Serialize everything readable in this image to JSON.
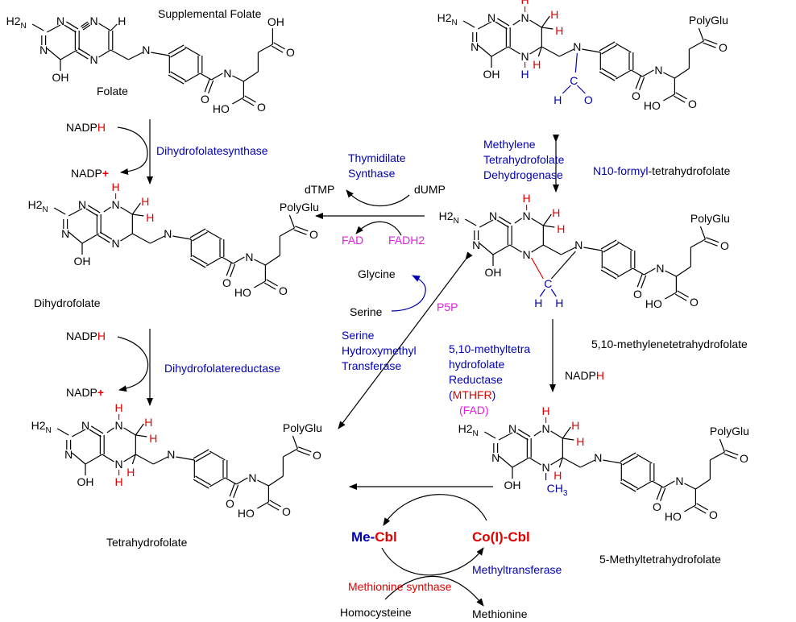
{
  "colors": {
    "black": "#000000",
    "blue": "#0000b4",
    "red": "#e00000",
    "magenta": "#e020e0"
  },
  "atoms": {
    "h2n": "H2N",
    "n": "N",
    "h": "H",
    "oh": "OH",
    "ho": "HO",
    "o": "O",
    "c": "C",
    "polyglu": "PolyGlu",
    "ch3": "CH3"
  },
  "molecules": {
    "folate": {
      "header": "Supplemental Folate",
      "name": "Folate"
    },
    "dihydrofolate": {
      "name": "Dihydrofolate"
    },
    "tetrahydrofolate": {
      "name": "Tetrahydrofolate"
    },
    "n10_formyl": {
      "name_colored": "N10-formyl",
      "name_rest": "-tetrahydrofolate"
    },
    "methylene": {
      "name": "5,10-methylenetetrahydrofolate"
    },
    "methyl": {
      "name": "5-Methyltetrahydrofolate"
    }
  },
  "cofactors": {
    "nadph_base": "NADP",
    "nadph_h": "H",
    "nadp_base": "NADP",
    "nadp_plus": "+"
  },
  "enzymes": {
    "dhfs": "Dihydrofolatesynthase",
    "dhfr": "Dihydrofolatereductase",
    "ts_line1": "Thymidilate",
    "ts_line2": "Synthase",
    "mthfd_line1": "Methylene",
    "mthfd_line2": "Tetrahydrofolate",
    "mthfd_line3": "Dehydrogenase",
    "shmt_line1": "Serine",
    "shmt_line2": "Hydroxymethyl",
    "shmt_line3": "Transferase",
    "mthfr_line1": "5,10-methyltetra",
    "mthfr_line2": "hydrofolate",
    "mthfr_line3": "Reductase",
    "mthfr_abbr": "MTHFR",
    "mthfr_open": "(",
    "mthfr_close": ")",
    "mthfr_fad": "(FAD)",
    "methyltransferase": "Methyltransferase",
    "methionine_synthase": "Methionine synthase"
  },
  "metabolites": {
    "dtmp": "dTMP",
    "dump": "dUMP",
    "fad": "FAD",
    "fadh2": "FADH2",
    "glycine": "Glycine",
    "serine": "Serine",
    "p5p": "P5P",
    "me_prefix": "Me-",
    "cbl": "Cbl",
    "co_cbl": "Co(I)-Cbl",
    "homocysteine": "Homocysteine",
    "methionine": "Methionine"
  }
}
